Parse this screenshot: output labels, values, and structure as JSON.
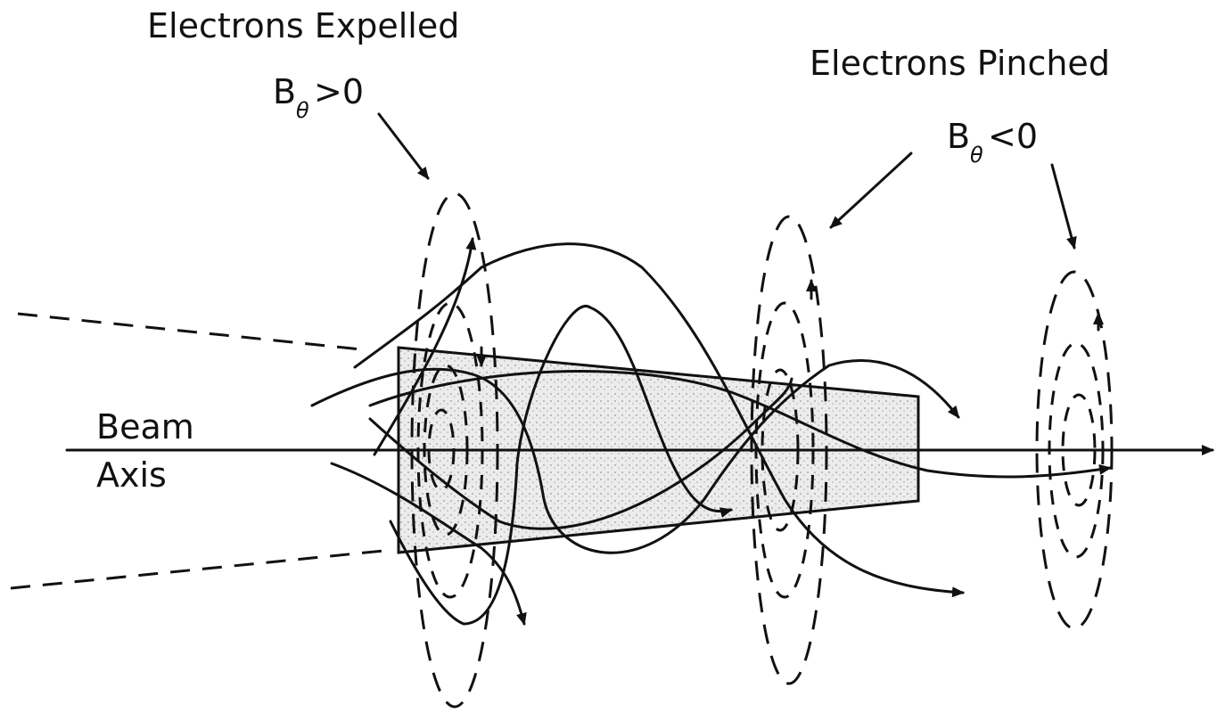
{
  "labels": {
    "expelled_title": "Electrons Expelled",
    "pinched_title": "Electrons Pinched",
    "b_symbol": "B",
    "theta": "θ",
    "expelled_condition": ">0",
    "pinched_condition": "<0",
    "beam": "Beam",
    "axis": "Axis"
  },
  "colors": {
    "ink": "#111111",
    "beam_fill": "#e2e2e2"
  }
}
